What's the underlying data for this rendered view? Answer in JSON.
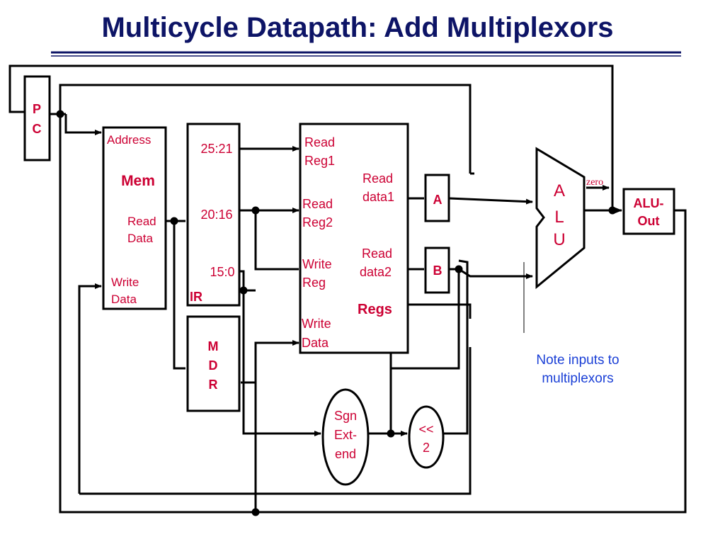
{
  "title": "Multicycle Datapath: Add Multiplexors",
  "pc": {
    "line1": "P",
    "line2": "C"
  },
  "mem": {
    "name": "Mem",
    "address": "Address",
    "read_data_1": "Read",
    "read_data_2": "Data",
    "write_data_1": "Write",
    "write_data_2": "Data"
  },
  "ir": {
    "name": "IR",
    "field_a": "25:21",
    "field_b": "20:16",
    "field_c": "15:0"
  },
  "mdr": {
    "line1": "M",
    "line2": "D",
    "line3": "R"
  },
  "regs": {
    "name": "Regs",
    "read_reg1_1": "Read",
    "read_reg1_2": "Reg1",
    "read_reg2_1": "Read",
    "read_reg2_2": "Reg2",
    "write_reg_1": "Write",
    "write_reg_2": "Reg",
    "write_data_1": "Write",
    "write_data_2": "Data",
    "read_data1_1": "Read",
    "read_data1_2": "data1",
    "read_data2_1": "Read",
    "read_data2_2": "data2"
  },
  "reg_a": "A",
  "reg_b": "B",
  "alu": {
    "l1": "A",
    "l2": "L",
    "l3": "U",
    "zero": "zero"
  },
  "aluout": {
    "line1": "ALU-",
    "line2": "Out"
  },
  "sign_extend": {
    "line1": "Sgn",
    "line2": "Ext-",
    "line3": "end"
  },
  "shift": {
    "line1": "<<",
    "line2": "2"
  },
  "note": {
    "line1": "Note inputs to",
    "line2": "multiplexors"
  }
}
